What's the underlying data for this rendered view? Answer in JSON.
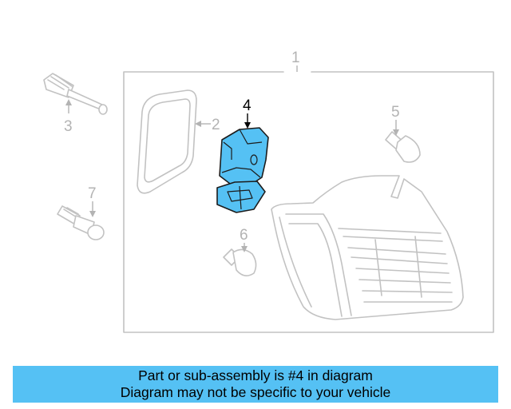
{
  "diagram": {
    "callouts": {
      "c1": "1",
      "c2": "2",
      "c3": "3",
      "c4": "4",
      "c5": "5",
      "c6": "6",
      "c7": "7"
    },
    "highlighted_part": "4",
    "highlight_color": "#55c1f4",
    "ghost_color": "#c2c2c2"
  },
  "banner": {
    "line1": "Part or sub-assembly is #4 in diagram",
    "line2": "Diagram may not be specific to your vehicle",
    "background": "#55c1f4"
  }
}
